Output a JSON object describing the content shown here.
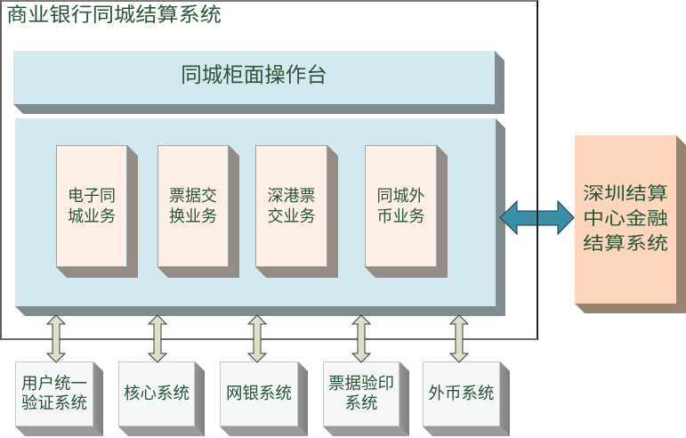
{
  "title": "商业银行同城结算系统",
  "counter_platform": {
    "label": "同城柜面操作台"
  },
  "business_modules": [
    {
      "lines": [
        "电子同",
        "城业务"
      ]
    },
    {
      "lines": [
        "票据交",
        "换业务"
      ]
    },
    {
      "lines": [
        "深港票",
        "交业务"
      ]
    },
    {
      "lines": [
        "同城外",
        "币业务"
      ]
    }
  ],
  "external_system": {
    "lines": [
      "深圳结算",
      "中心金融",
      "结算系统"
    ],
    "connector": "bidirectional"
  },
  "connected_systems": [
    {
      "lines": [
        "用户统一",
        "验证系统"
      ],
      "connector": "bidirectional"
    },
    {
      "lines": [
        "核心系统"
      ],
      "connector": "bidirectional"
    },
    {
      "lines": [
        "网银系统"
      ],
      "connector": "bidirectional"
    },
    {
      "lines": [
        "票据验印",
        "系统"
      ],
      "connector": "bidirectional"
    },
    {
      "lines": [
        "外币系统"
      ],
      "connector": "bidirectional"
    }
  ],
  "colors": {
    "label_text": "#2b5438",
    "platform_fill": "#d3e9ef",
    "platform_depth": "#7e8c8e",
    "module_fill": "#fdefe6",
    "module_depth": "#928b86",
    "external_fill": "#fbd5bc",
    "external_depth": "#98836f",
    "system_fill": "#f5f7f9",
    "system_depth": "#8b8b8b",
    "external_arrow": "#3a8ea5",
    "system_arrow": "#dde0c9"
  }
}
